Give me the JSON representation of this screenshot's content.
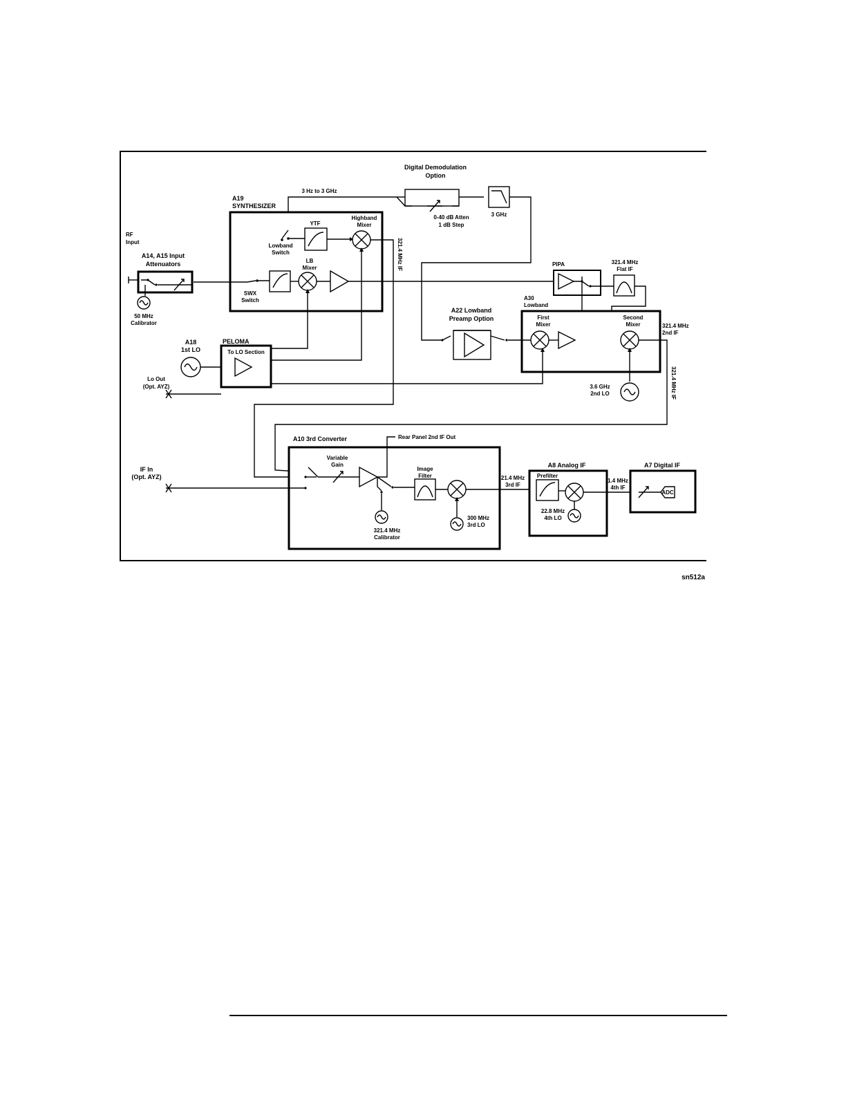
{
  "labels": {
    "digital_demod_1": "Digital Demodulation",
    "digital_demod_2": "Option",
    "three_hz_3ghz": "3 Hz to 3 GHz",
    "a19_1": "A19",
    "a19_2": "SYNTHESIZER",
    "ytf": "YTF",
    "highband_mixer_1": "Highband",
    "highband_mixer_2": "Mixer",
    "lowband_switch_1": "Lowband",
    "lowband_switch_2": "Switch",
    "lb_mixer_1": "LB",
    "lb_mixer_2": "Mixer",
    "sw_switch_1": "SWX",
    "sw_switch_2": "Switch",
    "atten_1": "0-40 dB Atten",
    "atten_2": "1 dB Step",
    "three_ghz": "3 GHz",
    "rf_input_1": "RF",
    "rf_input_2": "Input",
    "a14_a15_1": "A14, A15 Input",
    "a14_a15_2": "Attenuators",
    "cal_50mhz_1": "50 MHz",
    "cal_50mhz_2": "Calibrator",
    "pipa": "PIPA",
    "flat_if_1": "321.4 MHz",
    "flat_if_2": "Flat IF",
    "a30_1": "A30",
    "a30_2": "Lowband",
    "a22_1": "A22 Lowband",
    "a22_2": "Preamp Option",
    "first_mixer_1": "First",
    "first_mixer_2": "Mixer",
    "second_mixer_1": "Second",
    "second_mixer_2": "Mixer",
    "out_3214_1": "321.4 MHz",
    "out_3214_2": "2nd IF",
    "second_lo_1": "3.6 GHz",
    "second_lo_2": "2nd LO",
    "side_if_vertical": "321.4 MHz IF",
    "side_2nd_if": "321.4 MHz IF",
    "a18_1": "A18",
    "a18_2": "1st LO",
    "pelo_ma": "PELOMA",
    "to_lo_section": "To LO Section",
    "lo_out_1": "Lo Out",
    "lo_out_2": "(Opt. AYZ)",
    "a10": "A10 3rd Converter",
    "rear_panel": "Rear Panel 2nd IF Out",
    "variable_gain_1": "Variable",
    "variable_gain_2": "Gain",
    "image_filter_1": "Image",
    "image_filter_2": "Filter",
    "cal_3214_1": "321.4 MHz",
    "cal_3214_2": "Calibrator",
    "third_lo_1": "300 MHz",
    "third_lo_2": "3rd LO",
    "if_in_1": "IF In",
    "if_in_2": "(Opt. AYZ)",
    "if_214_1": "21.4 MHz",
    "if_214_2": "3rd IF",
    "a8": "A8 Analog IF",
    "prefilter": "Prefilter",
    "fourth_lo_1": "22.8 MHz",
    "fourth_lo_2": "4th LO",
    "if_14_1": "1.4 MHz",
    "if_14_2": "4th IF",
    "a7": "A7 Digital IF",
    "adc": "ADC",
    "figure_id": "sn512a"
  }
}
